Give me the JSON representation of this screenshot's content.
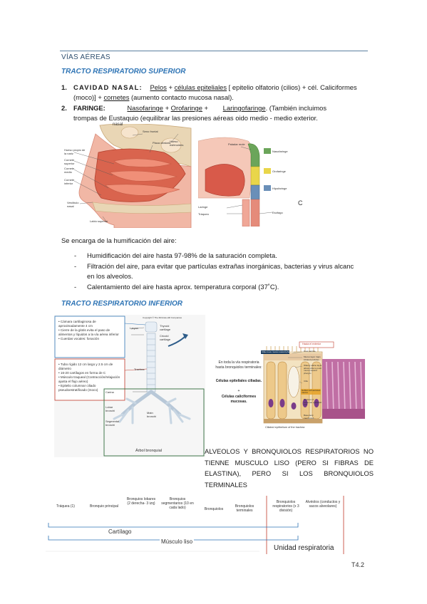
{
  "section_title": "VÍAS AÉREAS",
  "upper": {
    "heading": "TRACTO RESPIRATORIO SUPERIOR",
    "item1": {
      "num": "1.",
      "label": "CAVIDAD NASAL:",
      "pelos": "Pelos",
      "plus1": " + ",
      "celulas": "células epiteliales",
      "rest1": " [ epitelio olfatorio (cilios) + cél. Caliciformes",
      "line2a": "(moco)] + ",
      "cornetes": "cornetes",
      "line2b": " (aumento contacto mucosa nasal)."
    },
    "item2": {
      "num": "2.",
      "label": "FARINGE:",
      "naso": "Nasofaringe",
      "plus1": " + ",
      "oro": "Orofaringe",
      "plus2": " + ",
      "laringo": "Laringofaringe",
      "rest1": ". (También incluimos",
      "line2": "trompas de Eustaquio (equilibrar las presiones aéreas oido medio - medio exterior."
    },
    "nasal_labels": [
      "Seno frontal",
      "Placa olfatoria",
      "Hueso propio de la nariz",
      "Cornete superior",
      "Cornete medio",
      "Cornete inferior",
      "Vestíbulo nasal",
      "Labio superior",
      "Hueso esfenoides"
    ],
    "nasal_header": "nasal",
    "pharynx_labels": {
      "palate": "Paladar mole",
      "naso": "Nasofaringe",
      "oro": "Orofaringe",
      "hipo": "Hipofaringe",
      "larynx": "Laringe",
      "trachea": "Tráquea",
      "esophagus": "Esófago",
      "cut_letter": "C"
    },
    "humid_intro": "Se encarga de la humificación del aire:",
    "bullets": [
      {
        "dash": "-",
        "text": "Humidificación del aire hasta 97-98% de la saturación completa."
      },
      {
        "dash": "-",
        "text": "Filtración del aire, para evitar que partículas extrañas inorgánicas, bacterias y virus alcanc",
        "text2": "en los alveolos."
      },
      {
        "dash": "-",
        "text": "Calentamiento del aire hasta aprox. temperatura corporal (37˚C)."
      }
    ]
  },
  "lower": {
    "heading": "TRACTO RESPIRATORIO INFERIOR",
    "box1": [
      "Cámara cartilaginosa de aproximadamente 4 cm",
      "Cierre de la glotis evita el paso de alimentos y líquidos a la vía aérea inferior",
      "Cuerdas vocales: fonación"
    ],
    "box2": [
      "Tubo rígido 12 cm largo y 2.5 cm de diámetro",
      "16-20 cartílagos en forma de C",
      "Músculo traqueal (Contracción/relajación ajusta el flujo aéreo)",
      "Epitelio columnar ciliado pseudoestratificado (moco)"
    ],
    "tree_labels": {
      "copyright": "Copyright © The McGraw-Hill Companies",
      "larynx": "Larynx",
      "thyroid": "Thyroid cartilage",
      "cricoid": "Cricoid cartilage",
      "trachea": "Trachea",
      "carina": "Carina",
      "lobar": "Lobar bronchi",
      "main": "Main bronchi",
      "segmental": "Segmental bronchi",
      "arbol": "Árbol bronquial"
    },
    "epi": {
      "intro": "En toda la vía respiratoria hasta bronquiolos terminales:",
      "bold1": "Células epiteliales ciliadas.",
      "plus": "+",
      "bold2": "Células caliciformes mucosas.",
      "hacia": "Hacia el exterior",
      "caption": "Ciliated epithelium of the trachea",
      "labels": [
        "Dust particle",
        "Cilia move mucus toward pharynx",
        "Mucus layer traps inhaled particles",
        "Watery saline layer allows cilia to push mucus toward pharynx",
        "Cilia",
        "Goblet cell secretes mucus",
        "Nucleus of columnar epithelial cell",
        "Basement membrane"
      ]
    },
    "alveolos_note": "ALVEOLOS Y BRONQUIOLOS RESPIRATORIOS NO TIENNE MUSCULO LISO (PERO SI FIBRAS DE ELASTINA), PERO SI LOS BRONQUIOLOS TERMINALES",
    "timeline": {
      "items": [
        "Tráquea (1)",
        "Bronquio principal",
        "Bronquios lobares (2 derecha- 3 izq)",
        "Bronquios segmentarios (10 en cada lado)",
        "Bronquiolos",
        "Bronquiolos terminales",
        "Bronquiolos respiratorios (x 3 división)",
        "Alvéolos (conductos y sacos alveolares)"
      ],
      "cartilago": "Cartílago",
      "musculo": "Músculo liso",
      "unidad": "Unidad respiratoria"
    }
  },
  "page_number": "T4.2"
}
